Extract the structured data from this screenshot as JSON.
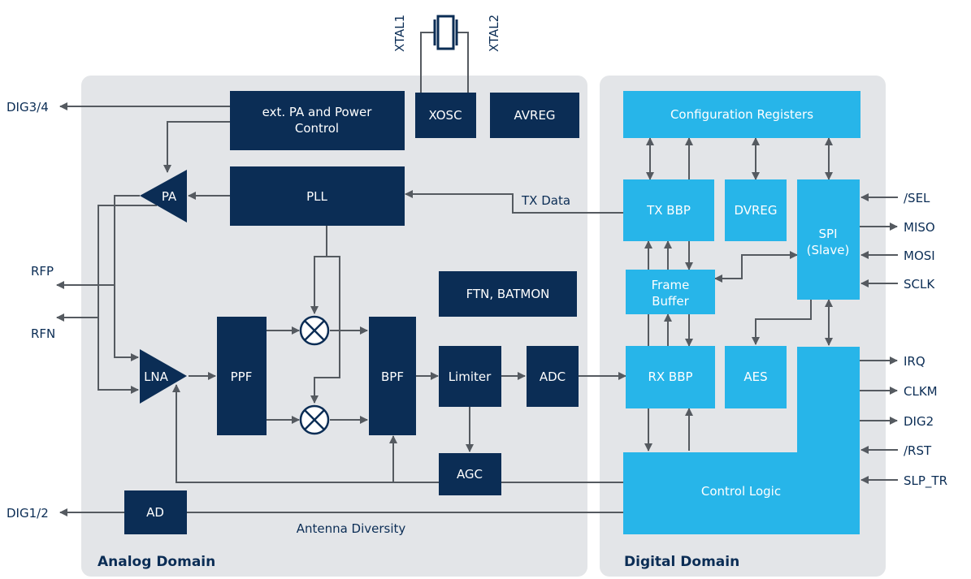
{
  "colors": {
    "domain_bg": "#e3e5e8",
    "dark_block": "#0b2d55",
    "light_block": "#27b5e9",
    "dark_text": "#0b2d55",
    "wire": "#555a60"
  },
  "domains": {
    "analog": "Analog Domain",
    "digital": "Digital Domain"
  },
  "crystal": {
    "xtal1": "XTAL1",
    "xtal2": "XTAL2"
  },
  "blocks": {
    "ext_pa_line1": "ext. PA and Power",
    "ext_pa_line2": "Control",
    "xosc": "XOSC",
    "avreg": "AVREG",
    "pll": "PLL",
    "pa": "PA",
    "lna": "LNA",
    "ppf": "PPF",
    "bpf": "BPF",
    "limiter": "Limiter",
    "adc": "ADC",
    "agc": "AGC",
    "ftn_batmon": "FTN, BATMON",
    "ad": "AD",
    "config_registers": "Configuration Registers",
    "tx_bbp": "TX BBP",
    "dvreg": "DVREG",
    "spi_line1": "SPI",
    "spi_line2": "(Slave)",
    "frame_buffer_line1": "Frame",
    "frame_buffer_line2": "Buffer",
    "rx_bbp": "RX BBP",
    "aes": "AES",
    "control_logic": "Control Logic"
  },
  "signals": {
    "tx_data": "TX Data",
    "antenna_diversity": "Antenna Diversity"
  },
  "pins": {
    "dig3_4": "DIG3/4",
    "dig1_2": "DIG1/2",
    "rfp": "RFP",
    "rfn": "RFN",
    "sel": "/SEL",
    "miso": "MISO",
    "mosi": "MOSI",
    "sclk": "SCLK",
    "irq": "IRQ",
    "clkm": "CLKM",
    "dig2": "DIG2",
    "rst": "/RST",
    "slp_tr": "SLP_TR"
  }
}
